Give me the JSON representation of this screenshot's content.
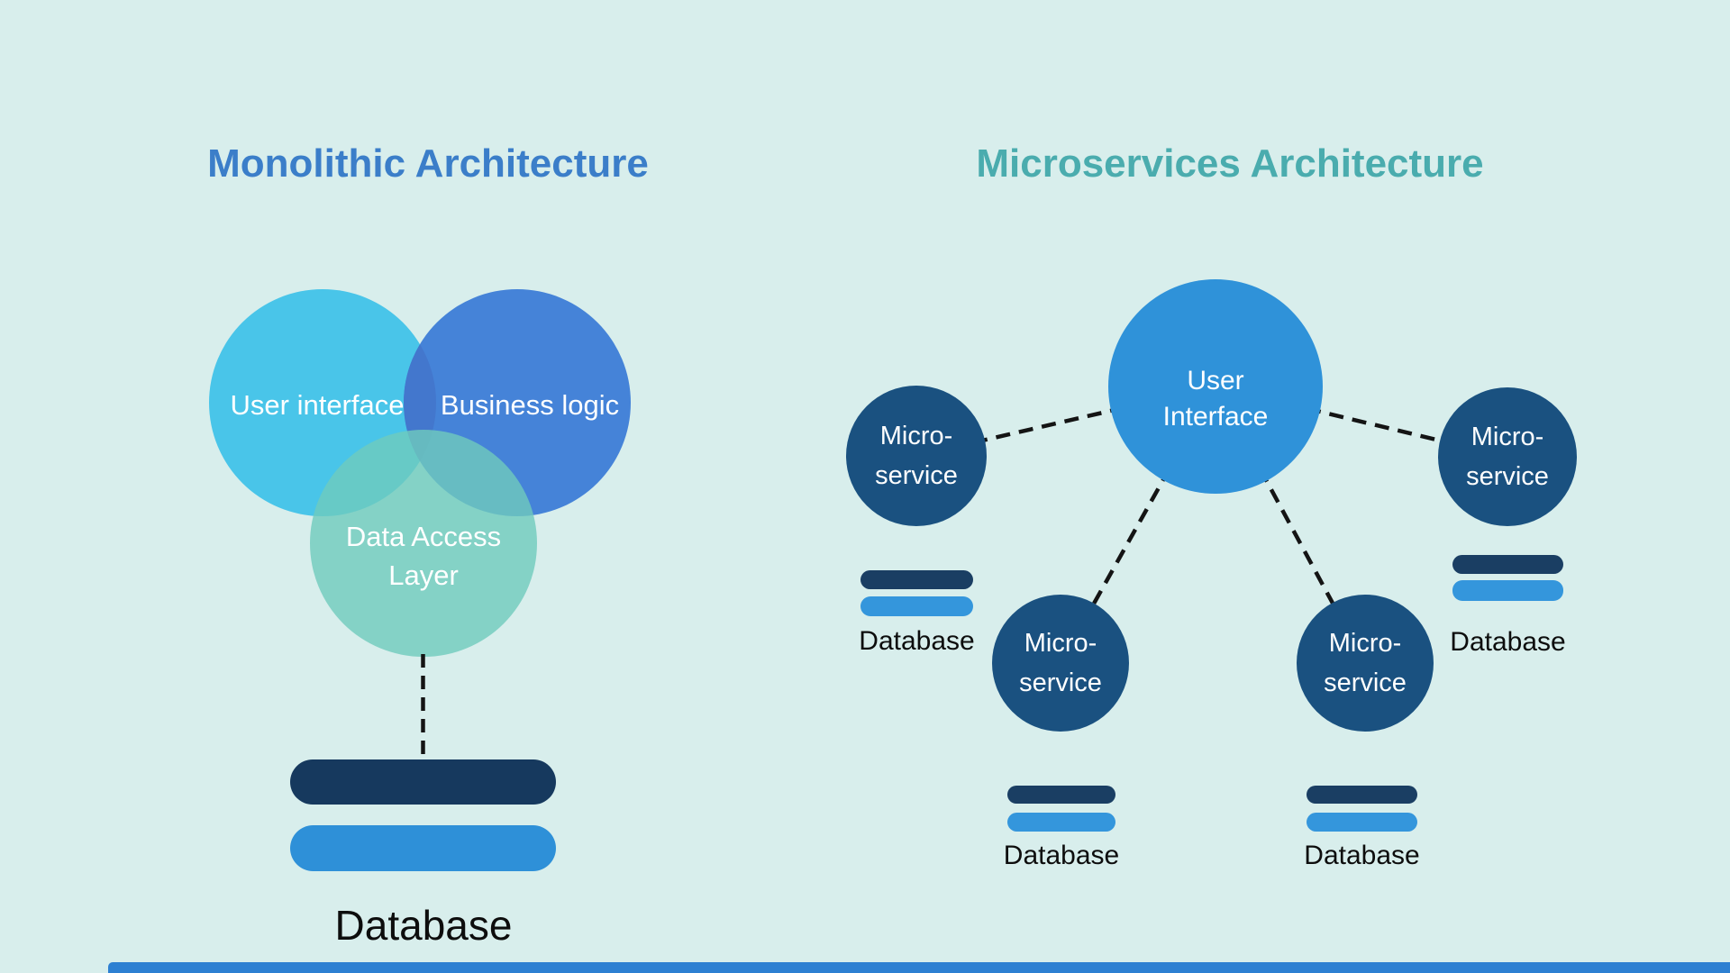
{
  "page": {
    "background_color": "#d8eeec"
  },
  "monolithic_panel": {
    "title": "Monolithic Architecture",
    "title_color": "#3b7ec9",
    "venn": {
      "user_interface": {
        "label": "User interface",
        "color": "#49c5e9"
      },
      "business_logic": {
        "label": "Business logic",
        "color": "#4583d8"
      },
      "overlap_color": "#4377cd",
      "data_access": {
        "label_line1": "Data Access",
        "label_line2": "Layer",
        "color": "#6fcbbd"
      }
    },
    "database": {
      "label": "Database",
      "disk_top_color": "#16395e",
      "disk_bottom_color": "#2e90d8"
    }
  },
  "microservices_panel": {
    "title": "Microservices Architecture",
    "title_color": "#4aacae",
    "user_interface_hub": {
      "label_line1": "User",
      "label_line2": "Interface",
      "color": "#2f92d9"
    },
    "service_color": "#1a5180",
    "services": [
      {
        "label_line1": "Micro-",
        "label_line2": "service"
      },
      {
        "label_line1": "Micro-",
        "label_line2": "service"
      },
      {
        "label_line1": "Micro-",
        "label_line2": "service"
      },
      {
        "label_line1": "Micro-",
        "label_line2": "service"
      }
    ],
    "databases": [
      {
        "label": "Database"
      },
      {
        "label": "Database"
      },
      {
        "label": "Database"
      },
      {
        "label": "Database"
      }
    ],
    "disk_top_color": "#1a3e63",
    "disk_bottom_color": "#3496dc",
    "connector_color": "#141414"
  },
  "next_slide_strip": {
    "color": "#2d80d2"
  }
}
